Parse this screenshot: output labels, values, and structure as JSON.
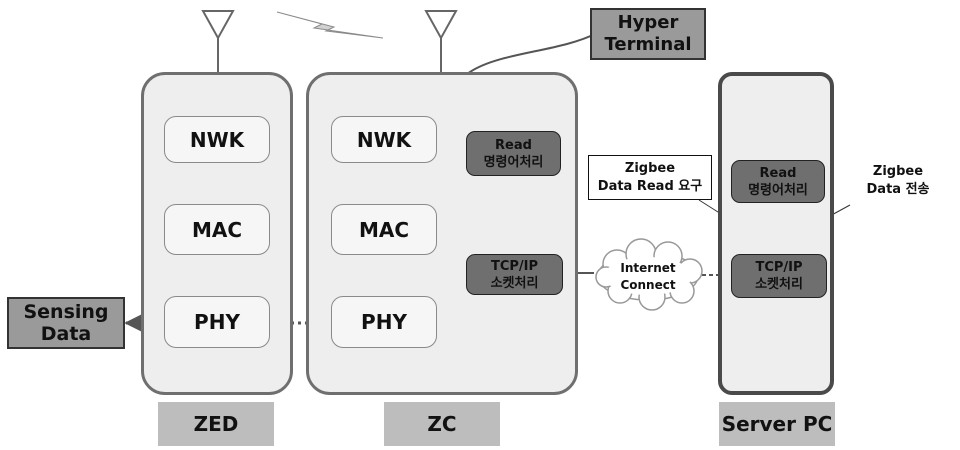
{
  "nodes": {
    "zed": {
      "label": "ZED",
      "layers": {
        "nwk": "NWK",
        "mac": "MAC",
        "phy": "PHY"
      }
    },
    "zc": {
      "label": "ZC",
      "layers": {
        "nwk": "NWK",
        "mac": "MAC",
        "phy": "PHY"
      },
      "read_box": {
        "line1": "Read",
        "line2": "명령어처리"
      },
      "tcp_box": {
        "line1": "TCP/IP",
        "line2": "소켓처리"
      }
    },
    "server": {
      "label": "Server PC",
      "read_box": {
        "line1": "Read",
        "line2": "명령어처리"
      },
      "tcp_box": {
        "line1": "TCP/IP",
        "line2": "소켓처리"
      }
    }
  },
  "external": {
    "sensing": {
      "line1": "Sensing",
      "line2": "Data"
    },
    "hyper_terminal": {
      "line1": "Hyper",
      "line2": "Terminal"
    },
    "internet": {
      "line1": "Internet",
      "line2": "Connect"
    }
  },
  "annotations": {
    "zigbee_read_request": {
      "line1": "Zigbee",
      "line2": "Data Read 요구"
    },
    "zigbee_transmit": {
      "line1": "Zigbee",
      "line2": "Data 전송"
    }
  },
  "colors": {
    "frame_fill": "#eeeeee",
    "dark_box": "#6f6f6f",
    "label_fill": "#bdbdbd",
    "arrow": "#555555"
  }
}
